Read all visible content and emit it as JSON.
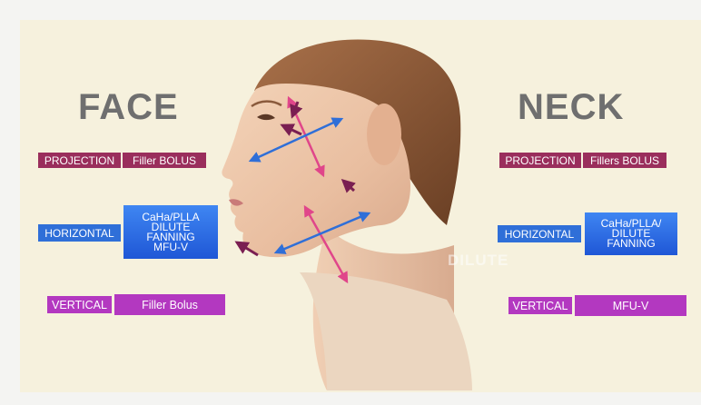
{
  "face": {
    "title": "FACE",
    "projection": {
      "label": "PROJECTION",
      "treatment": "Filler BOLUS"
    },
    "horizontal": {
      "label": "HORIZONTAL",
      "treatment_lines": [
        "CaHa/PLLA",
        "DILUTE",
        "FANNING",
        "MFU-V"
      ]
    },
    "vertical": {
      "label": "VERTICAL",
      "treatment": "Filler Bolus"
    }
  },
  "neck": {
    "title": "NECK",
    "projection": {
      "label": "PROJECTION",
      "treatment": "Fillers BOLUS"
    },
    "horizontal": {
      "label": "HORIZONTAL",
      "treatment_lines": [
        "CaHa/PLLA/",
        "DILUTE",
        "FANNING"
      ]
    },
    "vertical": {
      "label": "VERTICAL",
      "treatment": "MFU-V"
    }
  },
  "watermark": "DILUTE",
  "colors": {
    "background": "#f6f1dd",
    "projection": "#9a2e5c",
    "horizontal": "#2f6fd8",
    "vertical": "#b338c0",
    "heading": "#6f6f6f",
    "arrow_pink": "#e0468a",
    "arrow_blue": "#2f6fd8",
    "arrow_plum": "#7a1f52"
  }
}
